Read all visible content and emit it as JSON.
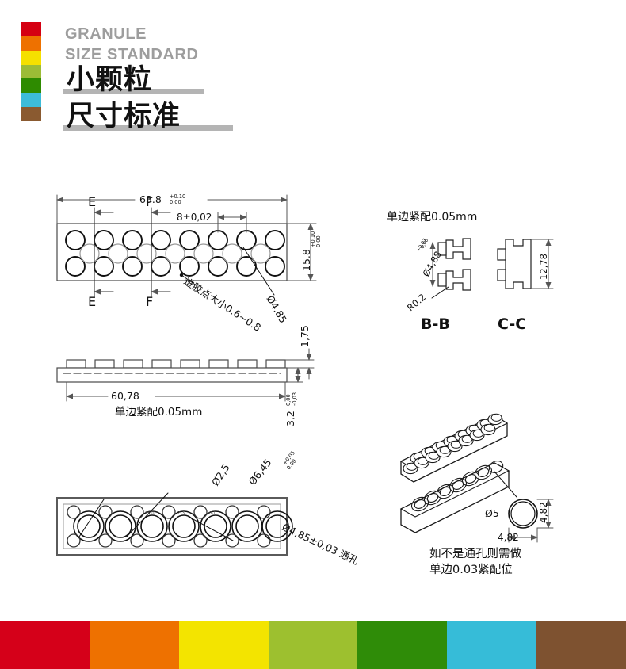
{
  "header": {
    "brand_line1": "GRANULE",
    "brand_line2": "SIZE STANDARD",
    "title_line1": "小颗粒",
    "title_line2": "尺寸标准",
    "swatch_colors": [
      "#d50012",
      "#ee7100",
      "#f5e000",
      "#9cbc36",
      "#2e8b00",
      "#3dbcd9",
      "#8a5a30"
    ]
  },
  "footer": {
    "swatch_colors": [
      "#d50019",
      "#ee7100",
      "#f3e400",
      "#9dc02f",
      "#2f8c08",
      "#36bcd8",
      "#7e5230"
    ]
  },
  "drawing": {
    "top_view": {
      "label_overall_width": "63.8",
      "tol_overall_width_upper": "+0.10",
      "tol_overall_width_lower": "0.00",
      "label_pitch": "8±0,02",
      "label_height": "15.8",
      "tol_height_upper": "+0.10",
      "tol_height_lower": "0.00",
      "label_stud_dia": "Ø4.85",
      "label_gate": "进胶点大小0.6~0.8",
      "section_mark_e": "E",
      "section_mark_f": "F",
      "stud_columns": 8,
      "stud_rows": 2,
      "mid_circles": 7
    },
    "side_view": {
      "label_length": "60,78",
      "label_fit_note": "单边紧配0.05mm",
      "label_stud_height": "1,75",
      "label_thickness": "3,2",
      "tol_thickness_upper": "0,00",
      "tol_thickness_lower": "-0,03",
      "stud_count": 8
    },
    "bottom_view": {
      "label_small_pin_dia": "Ø2,5",
      "label_tube_outer_dia": "Ø6,45",
      "tol_tube_upper": "+0,05",
      "tol_tube_lower": "0,00",
      "label_through_hole": "Ø4,85±0,03  通孔",
      "inner_marks": [
        "1310",
        "715",
        "8-1"
      ],
      "tube_count": 7,
      "small_hole_count": 8
    },
    "sections": {
      "fit_note": "单边紧配0.05mm",
      "bb_label": "B-B",
      "cc_label": "C-C",
      "bb_dia": "Ø4,88",
      "bb_tol_upper": "+0,03",
      "bb_tol_lower": "0,00",
      "bb_radius": "R0.2",
      "cc_width": "12,78"
    },
    "iso_view": {
      "label_detail_dia": "Ø5",
      "label_detail_h": "4,82",
      "label_detail_w": "4,82",
      "note_line1": "如不是通孔则需做",
      "note_line2": "单边0.03紧配位",
      "studs_per_row": 8
    }
  }
}
